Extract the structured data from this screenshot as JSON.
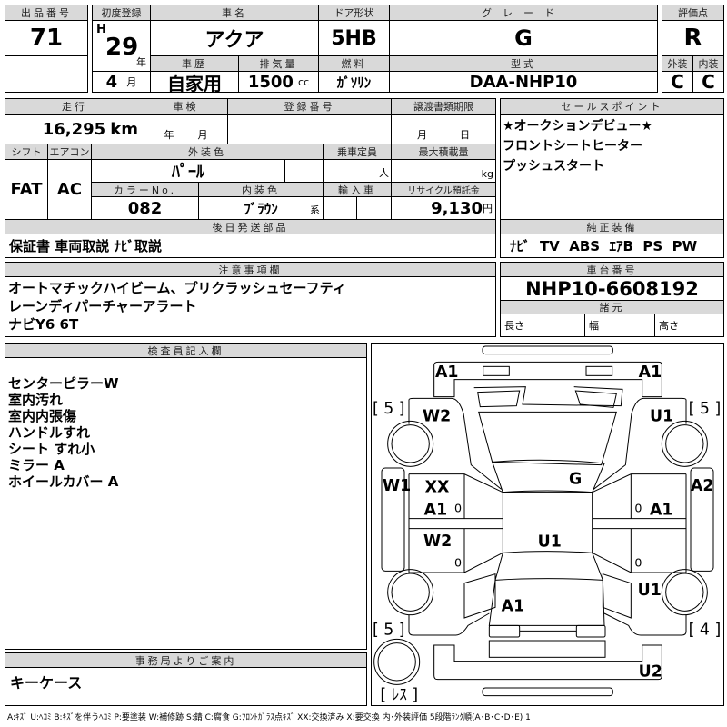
{
  "header": {
    "lot_label": "出品番号",
    "lot": "71",
    "first_reg_label": "初度登録",
    "era": "H",
    "year": "29",
    "year_unit": "年",
    "month": "4",
    "month_unit": "月",
    "car_name_label": "車名",
    "car_name": "アクア",
    "door_label": "ドア形状",
    "door": "5HB",
    "grade_label": "グレード",
    "grade": "G",
    "history_label": "車歴",
    "history": "自家用",
    "displacement_label": "排気量",
    "displacement": "1500",
    "displacement_unit": "cc",
    "fuel_label": "燃料",
    "fuel": "ｶﾞｿﾘﾝ",
    "model_label": "型式",
    "model": "DAA-NHP10",
    "score_label": "評価点",
    "score": "R",
    "exterior_label": "外装",
    "exterior": "C",
    "interior_label": "内装",
    "interior": "C"
  },
  "details": {
    "mileage_label": "走行",
    "mileage": "16,295",
    "mileage_unit": "km",
    "inspection_label": "車検",
    "year_unit": "年",
    "month_unit": "月",
    "reg_no_label": "登録番号",
    "transfer_label": "譲渡書類期限",
    "day_unit": "日",
    "shift_label": "シフト",
    "shift": "FAT",
    "ac_label": "エアコン",
    "ac": "AC",
    "ext_color_label": "外装色",
    "ext_color": "ﾊﾟｰﾙ",
    "capacity_label": "乗車定員",
    "capacity_unit": "人",
    "load_label": "最大積載量",
    "load_unit": "kg",
    "color_no_label": "カラーNo.",
    "color_no": "082",
    "int_color_label": "内装色",
    "int_color": "ﾌﾞﾗｳﾝ",
    "int_color_suffix": "系",
    "import_label": "輸入車",
    "recycle_label": "リサイクル預託金",
    "recycle": "9,130",
    "recycle_unit": "円",
    "later_parts_label": "後日発送部品",
    "later_parts": "保証書 車両取説 ﾅﾋﾞ取説"
  },
  "sales": {
    "label": "セールスポイント",
    "lines": [
      "★オークションデビュー★",
      "フロントシートヒーター",
      "プッシュスタート"
    ],
    "equipment_label": "純正装備",
    "equipment": "ﾅﾋﾞ  TV  ABS  ｴｱB  PS  PW"
  },
  "notes": {
    "label": "注意事項欄",
    "lines": [
      "オートマチックハイビーム、プリクラッシュセーフティ",
      "レーンディパーチャーアラート",
      "ナビY6 6T"
    ]
  },
  "chassis": {
    "label": "車台番号",
    "value": "NHP10-6608192",
    "spec_label": "諸元",
    "length_label": "長さ",
    "width_label": "幅",
    "height_label": "高さ"
  },
  "inspector": {
    "label": "検査員記入欄",
    "lines": [
      "センターピラーW",
      "室内汚れ",
      "室内内張傷",
      "ハンドルすれ",
      "シート すれ小",
      "ミラー A",
      "ホイールカバー A"
    ]
  },
  "office": {
    "label": "事務局よりご案内",
    "text": "キーケース"
  },
  "diagram": {
    "front_left": "A1",
    "front_right": "A1",
    "fender_fl": "W2",
    "fender_fr": "U1",
    "tire_fl": "[ 5 ]",
    "tire_fr": "[ 5 ]",
    "tire_rl": "[ 5 ]",
    "tire_rr": "[ 4 ]",
    "spare": "[ ﾚｽ ]",
    "sill_left": "W1",
    "sill_right": "A2",
    "door_fl_1": "XX",
    "door_fl_2": "A1",
    "door_fr": "A1",
    "door_rl": "W2",
    "roof": "U1",
    "windshield": "G",
    "quarter_rr": "U1",
    "trunk": "A1",
    "rear_bumper": "U2",
    "zero_1": "0",
    "zero_2": "0",
    "zero_3": "0",
    "zero_4": "0"
  },
  "legend": "A:ｷｽﾞ U:ﾍｺﾐ B:ｷｽﾞを伴うﾍｺﾐ P:要塗装 W:補修跡 S:錆 C:腐食 G:ﾌﾛﾝﾄｶﾞﾗｽ点ｷｽﾞ XX:交換済み X:要交換  内･外装評価  5段階ﾗﾝｸ順(A･B･C･D･E) 1"
}
